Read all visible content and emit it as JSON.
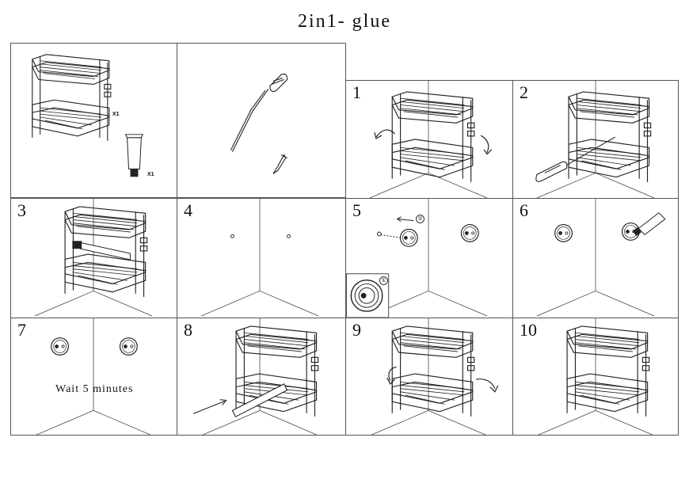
{
  "title": "2in1- glue",
  "contents": {
    "rack_qty": "X1",
    "glue_qty": "X1"
  },
  "steps": [
    {
      "num": "1"
    },
    {
      "num": "2"
    },
    {
      "num": "3"
    },
    {
      "num": "4"
    },
    {
      "num": "5",
      "badges": [
        "②",
        "①"
      ]
    },
    {
      "num": "6"
    },
    {
      "num": "7",
      "note": "Wait 5 minutes"
    },
    {
      "num": "8"
    },
    {
      "num": "9"
    },
    {
      "num": "10"
    }
  ]
}
